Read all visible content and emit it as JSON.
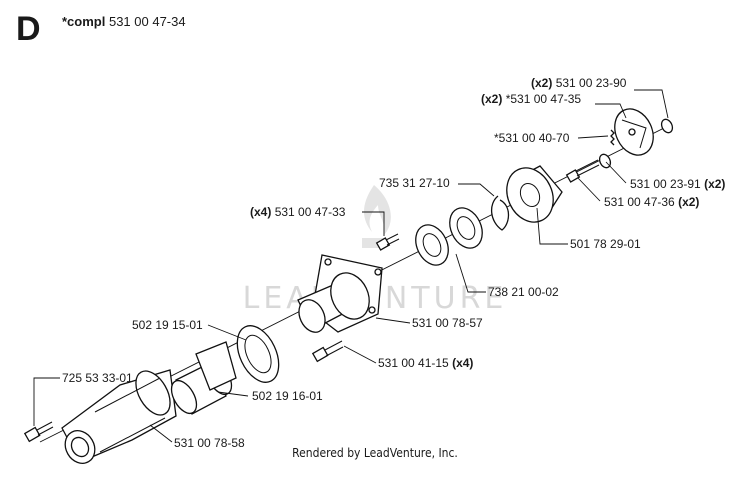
{
  "header": {
    "section_letter": "D",
    "kit_prefix": "*compl",
    "kit_number": "531 00 47-34"
  },
  "watermark": "LEADVENTURE",
  "labels": {
    "p_531_00_23_90": {
      "qty": "(x2)",
      "number": "531 00 23-90"
    },
    "p_531_00_47_35": {
      "qty": "(x2)",
      "number": "*531 00 47-35"
    },
    "p_531_00_40_70": {
      "number": "*531 00 40-70"
    },
    "p_735_31_27_10": {
      "number": "735 31 27-10"
    },
    "p_531_00_23_91": {
      "number": "531 00 23-91",
      "qty": "(x2)"
    },
    "p_531_00_47_36": {
      "number": "531 00 47-36",
      "qty": "(x2)"
    },
    "p_531_00_47_33": {
      "qty": "(x4)",
      "number": "531 00 47-33"
    },
    "p_501_78_29_01": {
      "number": "501 78 29-01"
    },
    "p_738_21_00_02": {
      "number": "738 21 00-02"
    },
    "p_502_19_15_01": {
      "number": "502 19 15-01"
    },
    "p_531_00_78_57": {
      "number": "531 00 78-57"
    },
    "p_531_00_41_15": {
      "number": "531 00 41-15",
      "qty": "(x4)"
    },
    "p_725_53_33_01": {
      "number": "725 53 33-01"
    },
    "p_502_19_16_01": {
      "number": "502 19 16-01"
    },
    "p_531_00_78_58": {
      "number": "531 00 78-58"
    }
  },
  "footer": {
    "text": "Rendered by LeadVenture, Inc."
  }
}
